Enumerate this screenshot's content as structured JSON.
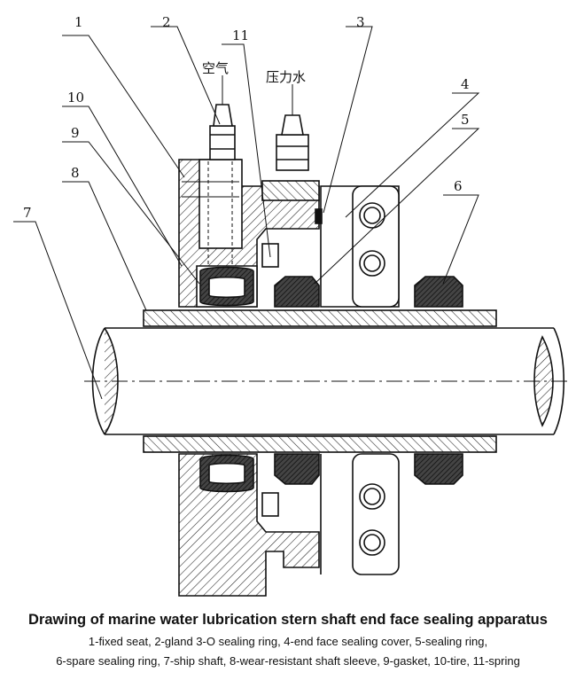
{
  "labels": {
    "n1": "1",
    "n2": "2",
    "n3": "3",
    "n4": "4",
    "n5": "5",
    "n6": "6",
    "n7": "7",
    "n8": "8",
    "n9": "9",
    "n10": "10",
    "n11": "11",
    "air": "空气",
    "pressure_water": "压力水"
  },
  "caption": {
    "title": "Drawing of marine water lubrication stern shaft end face sealing apparatus",
    "line1": "1-fixed seat, 2-gland 3-O sealing ring, 4-end face sealing cover, 5-sealing ring,",
    "line2": "6-spare sealing ring, 7-ship shaft, 8-wear-resistant shaft sleeve, 9-gasket, 10-tire, 11-spring"
  }
}
